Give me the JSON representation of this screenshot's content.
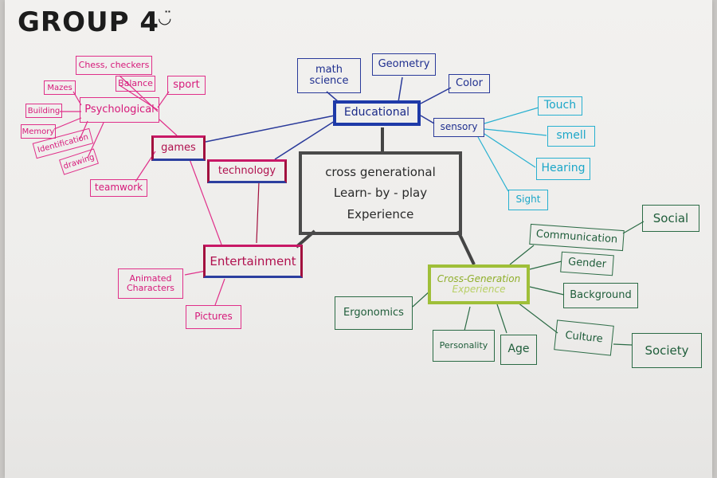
{
  "title": "GROUP 4",
  "title_smiley": "◡̈",
  "center": {
    "line1": "cross  generational",
    "line2": "Learn- by - play",
    "line3": "Experience"
  },
  "nodes": {
    "educational": "Educational",
    "math_science": "math\nscience",
    "geometry": "Geometry",
    "color": "Color",
    "sensory": "sensory",
    "touch": "Touch",
    "smell": "smell",
    "hearing": "Hearing",
    "sight": "Sight",
    "games": "games",
    "technology": "technology",
    "psychological": "Psychological",
    "chess": "Chess, checkers",
    "balance": "Balance",
    "sport": "sport",
    "mazes": "Mazes",
    "building": "Building",
    "memory": "Memory",
    "identification": "Identification",
    "drawing": "drawing",
    "teamwork": "teamwork",
    "entertainment": "Entertainment",
    "animated": "Animated\nCharacters",
    "pictures": "Pictures",
    "cross_generation": "Cross-Generation",
    "cross_generation_sub": "Experience",
    "communication": "Communication",
    "social": "Social",
    "gender": "Gender",
    "background": "Background",
    "culture": "Culture",
    "society": "Society",
    "ergonomics": "Ergonomics",
    "personality": "Personality",
    "age": "Age"
  },
  "colors": {
    "pink": "#d6197a",
    "blue": "#1f2f8f",
    "cyan": "#1aa6c8",
    "green": "#1f5d3a",
    "lime": "#9fbf38",
    "center": "#4a4a4a"
  }
}
